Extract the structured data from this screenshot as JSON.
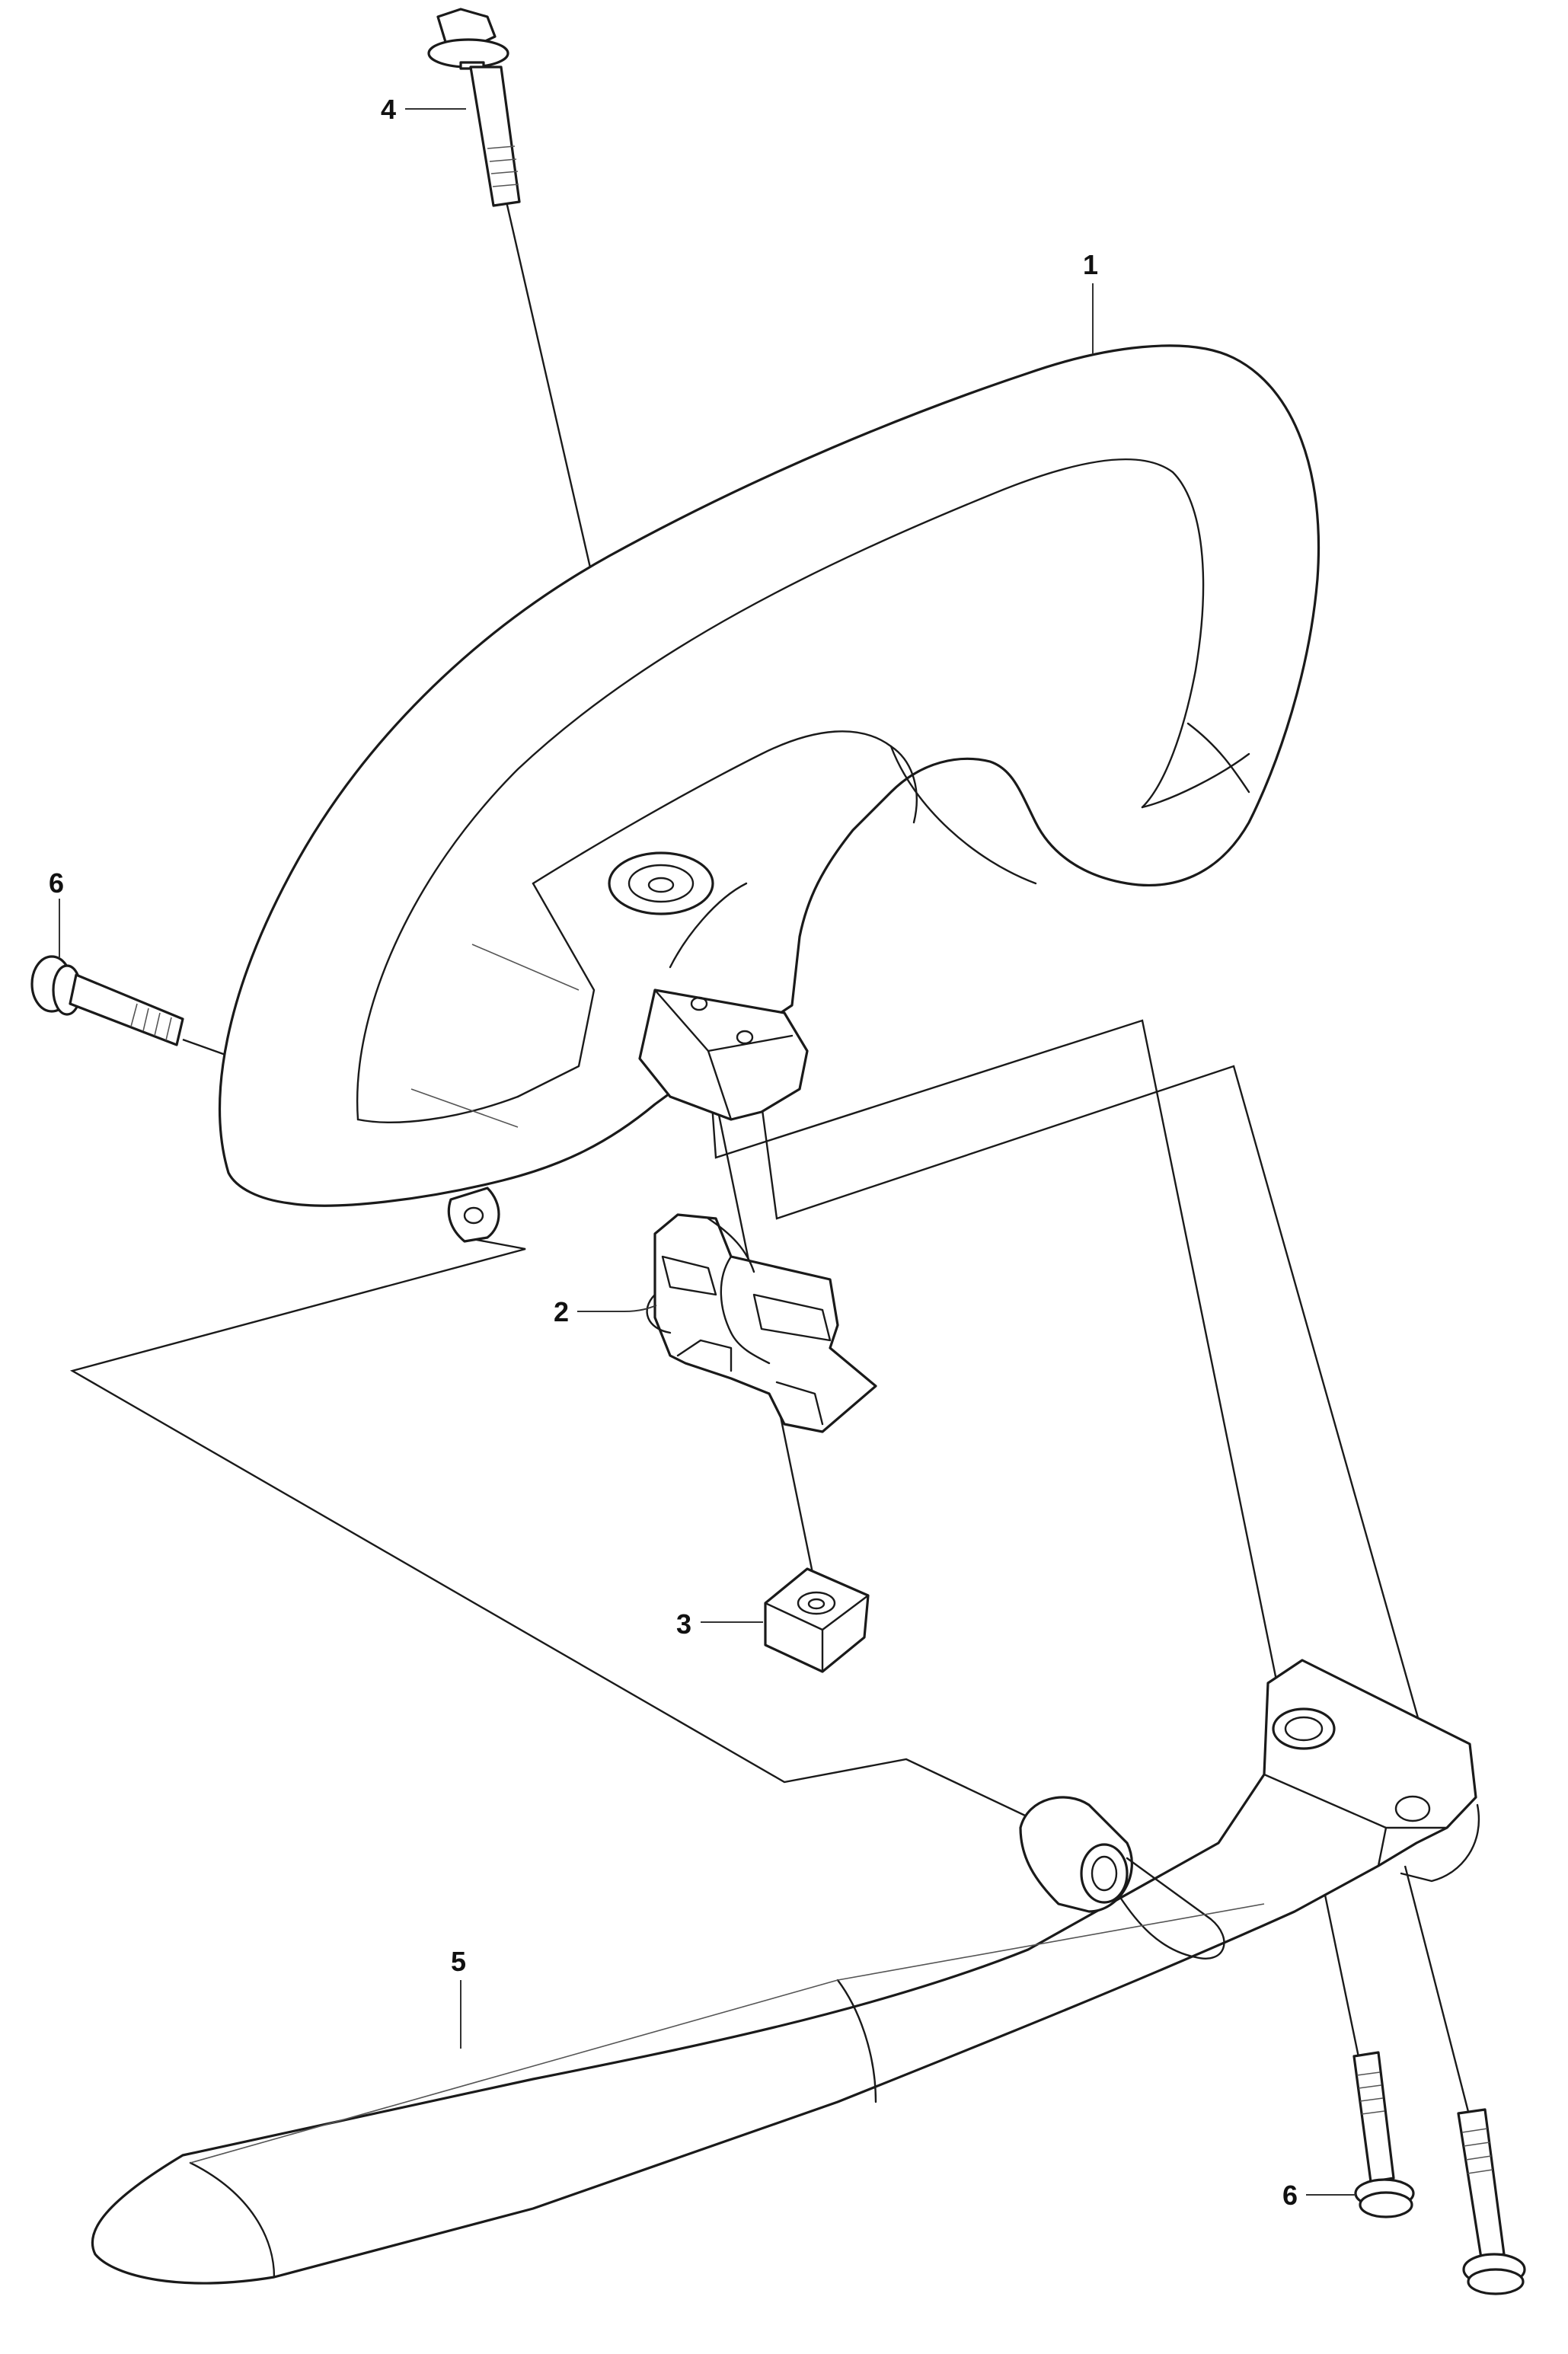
{
  "callouts": {
    "handle": "1",
    "clamp": "2",
    "nut": "3",
    "top_bolt": "4",
    "guard": "5",
    "side_bolt": "6",
    "lower_bolt": "6"
  },
  "colors": {
    "line": "#1a1a1a",
    "background": "#ffffff"
  }
}
